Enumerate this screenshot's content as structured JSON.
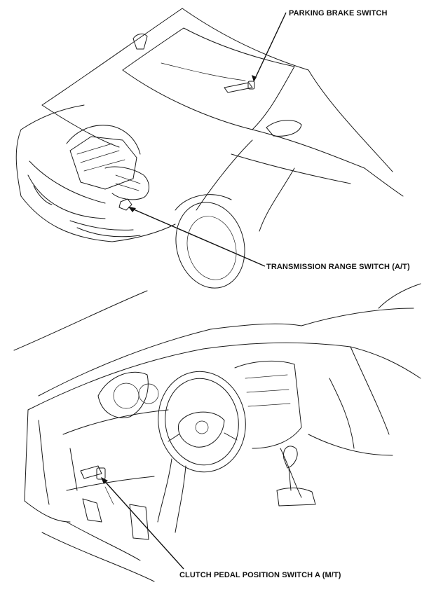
{
  "callouts": {
    "parking_brake": "PARKING BRAKE SWITCH",
    "transmission_range": "TRANSMISSION RANGE SWITCH (A/T)",
    "clutch_pedal": "CLUTCH PEDAL POSITION SWITCH A (M/T)"
  }
}
